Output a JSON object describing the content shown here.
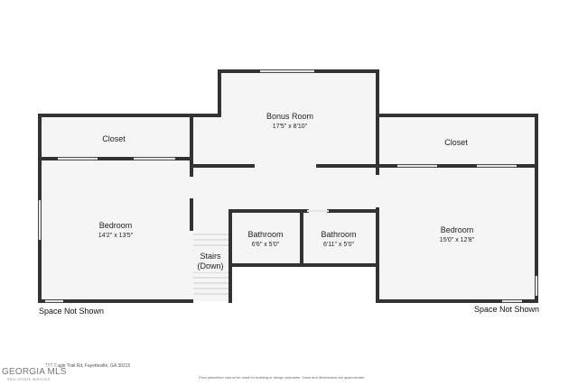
{
  "rooms": {
    "bonus_room": {
      "name": "Bonus Room",
      "dims": "17'5\" x 8'10\""
    },
    "closet_left": {
      "name": "Closet"
    },
    "closet_right": {
      "name": "Closet"
    },
    "bedroom_left": {
      "name": "Bedroom",
      "dims": "14'2\" x 13'5\""
    },
    "bedroom_right": {
      "name": "Bedroom",
      "dims": "15'0\" x 12'8\""
    },
    "bathroom_left": {
      "name": "Bathroom",
      "dims": "6'6\" x 5'0\""
    },
    "bathroom_right": {
      "name": "Bathroom",
      "dims": "6'11\" x 5'0\""
    },
    "stairs": {
      "line1": "Stairs",
      "line2": "(Down)"
    }
  },
  "space_not_shown_left": "Space Not Shown",
  "space_not_shown_right": "Space Not Shown",
  "footer": {
    "address": "150 Eagle Trail Rd, Fayetteville, GA 30215",
    "disclaimer": "Floor plans/tour cannot be used for building or design purposes. Sizes and dimensions are approximate."
  },
  "logo": {
    "text": "GEORGIA MLS",
    "subtext": "REAL ESTATE SERVICES"
  },
  "colors": {
    "wall": "#333333",
    "floor": "#f5f5f5",
    "window": "#e6e6e6"
  }
}
